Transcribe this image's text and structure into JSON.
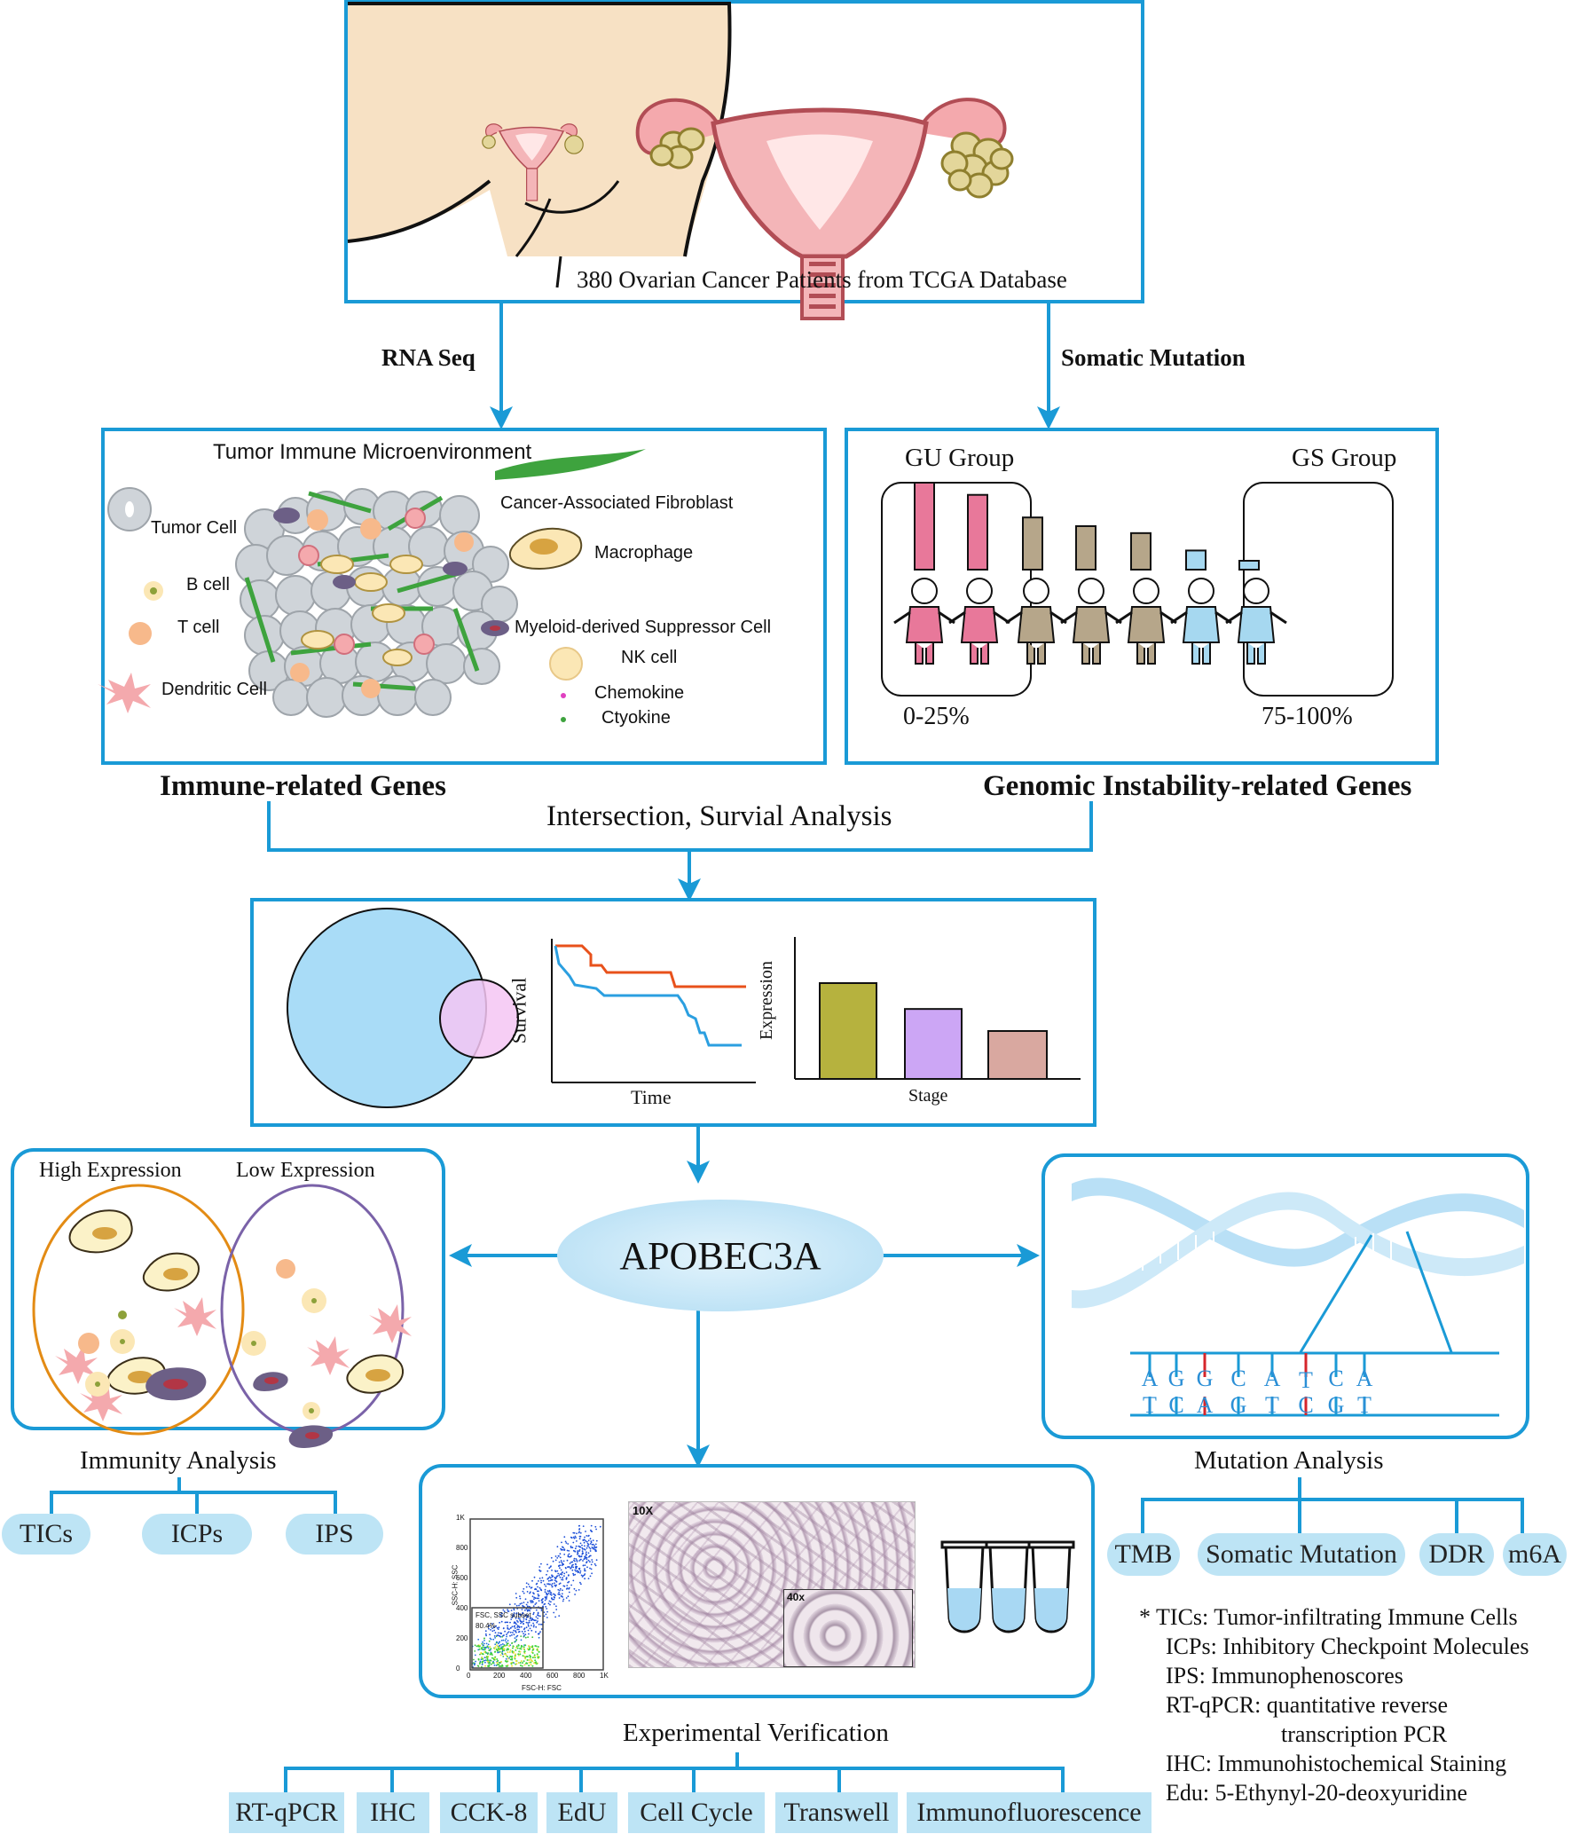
{
  "top": {
    "caption": "380 Ovarian Cancer Patients from TCGA Database"
  },
  "branches": {
    "left": "RNA Seq",
    "right": "Somatic Mutation"
  },
  "tme": {
    "title": "Tumor Immune Microenvironment",
    "legend": [
      "Tumor Cell",
      "B cell",
      "T cell",
      "Dendritic Cell",
      "Cancer-Associated Fibroblast",
      "Macrophage",
      "Myeloid-derived Suppressor Cell",
      "NK cell",
      "Chemokine",
      "Ctyokine"
    ]
  },
  "genomic": {
    "gu_label": "GU Group",
    "gs_label": "GS Group",
    "low_pct": "0-25%",
    "high_pct": "75-100%",
    "bar_levels": [
      1.0,
      0.86,
      0.6,
      0.5,
      0.42,
      0.22,
      0.1
    ],
    "colors": {
      "gu": "#e8789a",
      "mid": "#b6a68a",
      "gs": "#a6d8f0"
    }
  },
  "gene_sets": {
    "left": "Immune-related Genes",
    "right": "Genomic Instability-related Genes",
    "merge": "Intersection, Survial Analysis"
  },
  "analysis": {
    "survival_ylabel": "Survival",
    "survival_xlabel": "Time",
    "expr_ylabel": "Expression",
    "expr_xlabel": "Stage",
    "stage_bars": [
      {
        "value": 1.0,
        "color": "#b6b23e"
      },
      {
        "value": 0.73,
        "color": "#cca6f5"
      },
      {
        "value": 0.5,
        "color": "#d9a8a0"
      }
    ]
  },
  "center": {
    "gene": "APOBEC3A"
  },
  "expression": {
    "high": "High Expression",
    "low": "Low Expression"
  },
  "immunity": {
    "title": "Immunity Analysis",
    "items": [
      "TICs",
      "ICPs",
      "IPS"
    ]
  },
  "mutation": {
    "title": "Mutation Analysis",
    "items": [
      "TMB",
      "Somatic Mutation",
      "DDR",
      "m6A"
    ],
    "top_strand": [
      "A",
      "G",
      "G",
      "C",
      "A",
      "T",
      "C",
      "A"
    ],
    "bottom_strand": [
      "T",
      "C",
      "A",
      "G",
      "T",
      "C",
      "G",
      "T"
    ]
  },
  "experiment": {
    "title": "Experimental Verification",
    "items": [
      "RT-qPCR",
      "IHC",
      "CCK-8",
      "EdU",
      "Cell Cycle",
      "Transwell",
      "Immunofluorescence"
    ],
    "flow": {
      "y_axis": "SSC-H: SSC",
      "x_axis": "FSC-H: FSC",
      "gate": "FSC, SSC subset",
      "gate_pct": "80.4%",
      "x_ticks": [
        "0",
        "200",
        "400",
        "600",
        "800",
        "1K"
      ],
      "y_ticks": [
        "1K",
        "800",
        "600",
        "400",
        "200",
        "0"
      ]
    },
    "ihc_low": "10X",
    "ihc_high": "40x"
  },
  "abbreviations": [
    "* TICs: Tumor-infiltrating Immune Cells",
    "ICPs: Inhibitory Checkpoint Molecules",
    "IPS: Immunophenoscores",
    "RT-qPCR: quantitative reverse",
    "transcription PCR",
    "IHC: Immunohistochemical Staining",
    "Edu: 5-Ethynyl-20-deoxyuridine"
  ]
}
